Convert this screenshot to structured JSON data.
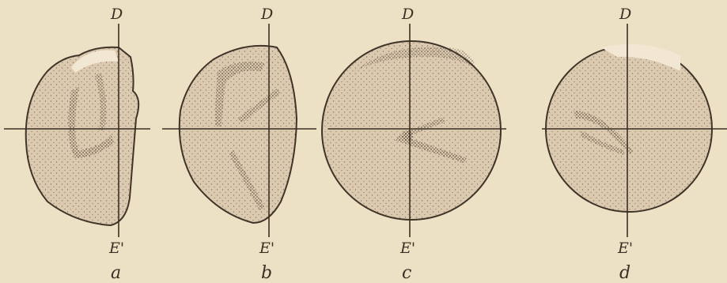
{
  "figure": {
    "panels": [
      {
        "letter": "a",
        "top_label": "D",
        "bottom_label": "E'"
      },
      {
        "letter": "b",
        "top_label": "D",
        "bottom_label": "E'"
      },
      {
        "letter": "c",
        "top_label": "D",
        "bottom_label": "E'"
      },
      {
        "letter": "d",
        "top_label": "D",
        "bottom_label": "E'"
      }
    ],
    "colors": {
      "paper": "#ece1c4",
      "ink": "#3f3428",
      "shading": "#cdb79a"
    }
  }
}
